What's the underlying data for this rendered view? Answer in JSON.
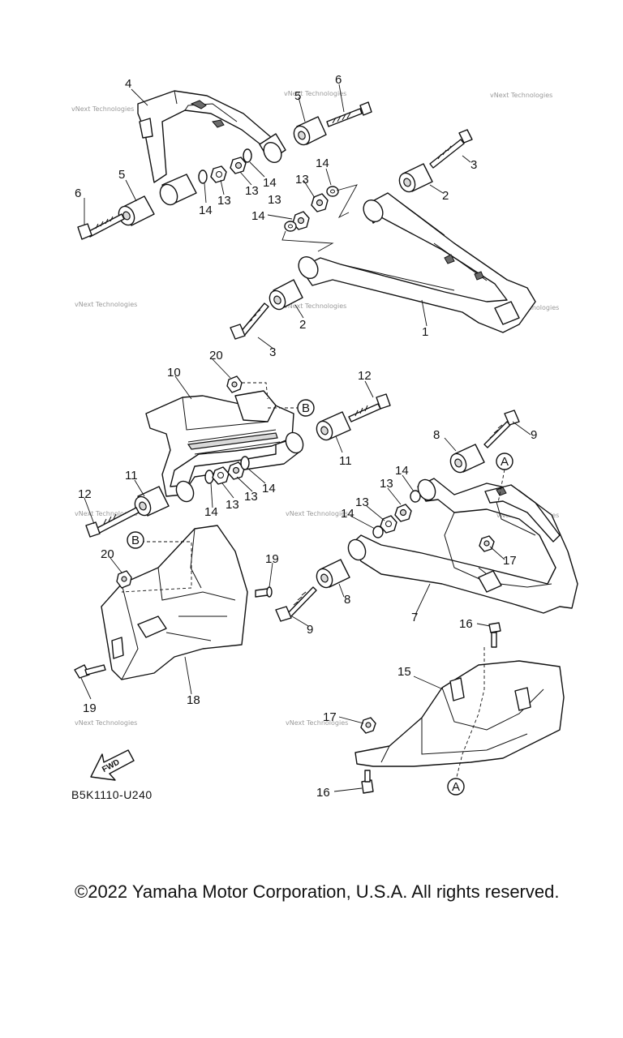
{
  "diagram": {
    "code": "B5K1110-U240",
    "copyright": "©2022 Yamaha Motor Corporation, U.S.A. All rights reserved.",
    "fwd_label": "FWD",
    "ref_a": "A",
    "ref_b": "B",
    "watermark": "vNext Technologies",
    "callouts": {
      "c1": "1",
      "c2a": "2",
      "c2b": "2",
      "c3a": "3",
      "c3b": "3",
      "c4": "4",
      "c5a": "5",
      "c5b": "5",
      "c6a": "6",
      "c6b": "6",
      "c13a": "13",
      "c13b": "13",
      "c13c": "13",
      "c13d": "13",
      "c14a": "14",
      "c14b": "14",
      "c14c": "14",
      "c14d": "14",
      "c20a": "20",
      "c10": "10",
      "c12a": "12",
      "c11a": "11",
      "c11b": "11",
      "c12b": "12",
      "c13e": "13",
      "c13f": "13",
      "c14e": "14",
      "c14f": "14",
      "c8a": "8",
      "c9a": "9",
      "c14g": "14",
      "c13g": "13",
      "c13h": "13",
      "c14h": "14",
      "c17a": "17",
      "c20b": "20",
      "c19a": "19",
      "c19b": "19",
      "c18": "18",
      "c8b": "8",
      "c9b": "9",
      "c7": "7",
      "c16a": "16",
      "c15": "15",
      "c17b": "17",
      "c16b": "16"
    }
  }
}
